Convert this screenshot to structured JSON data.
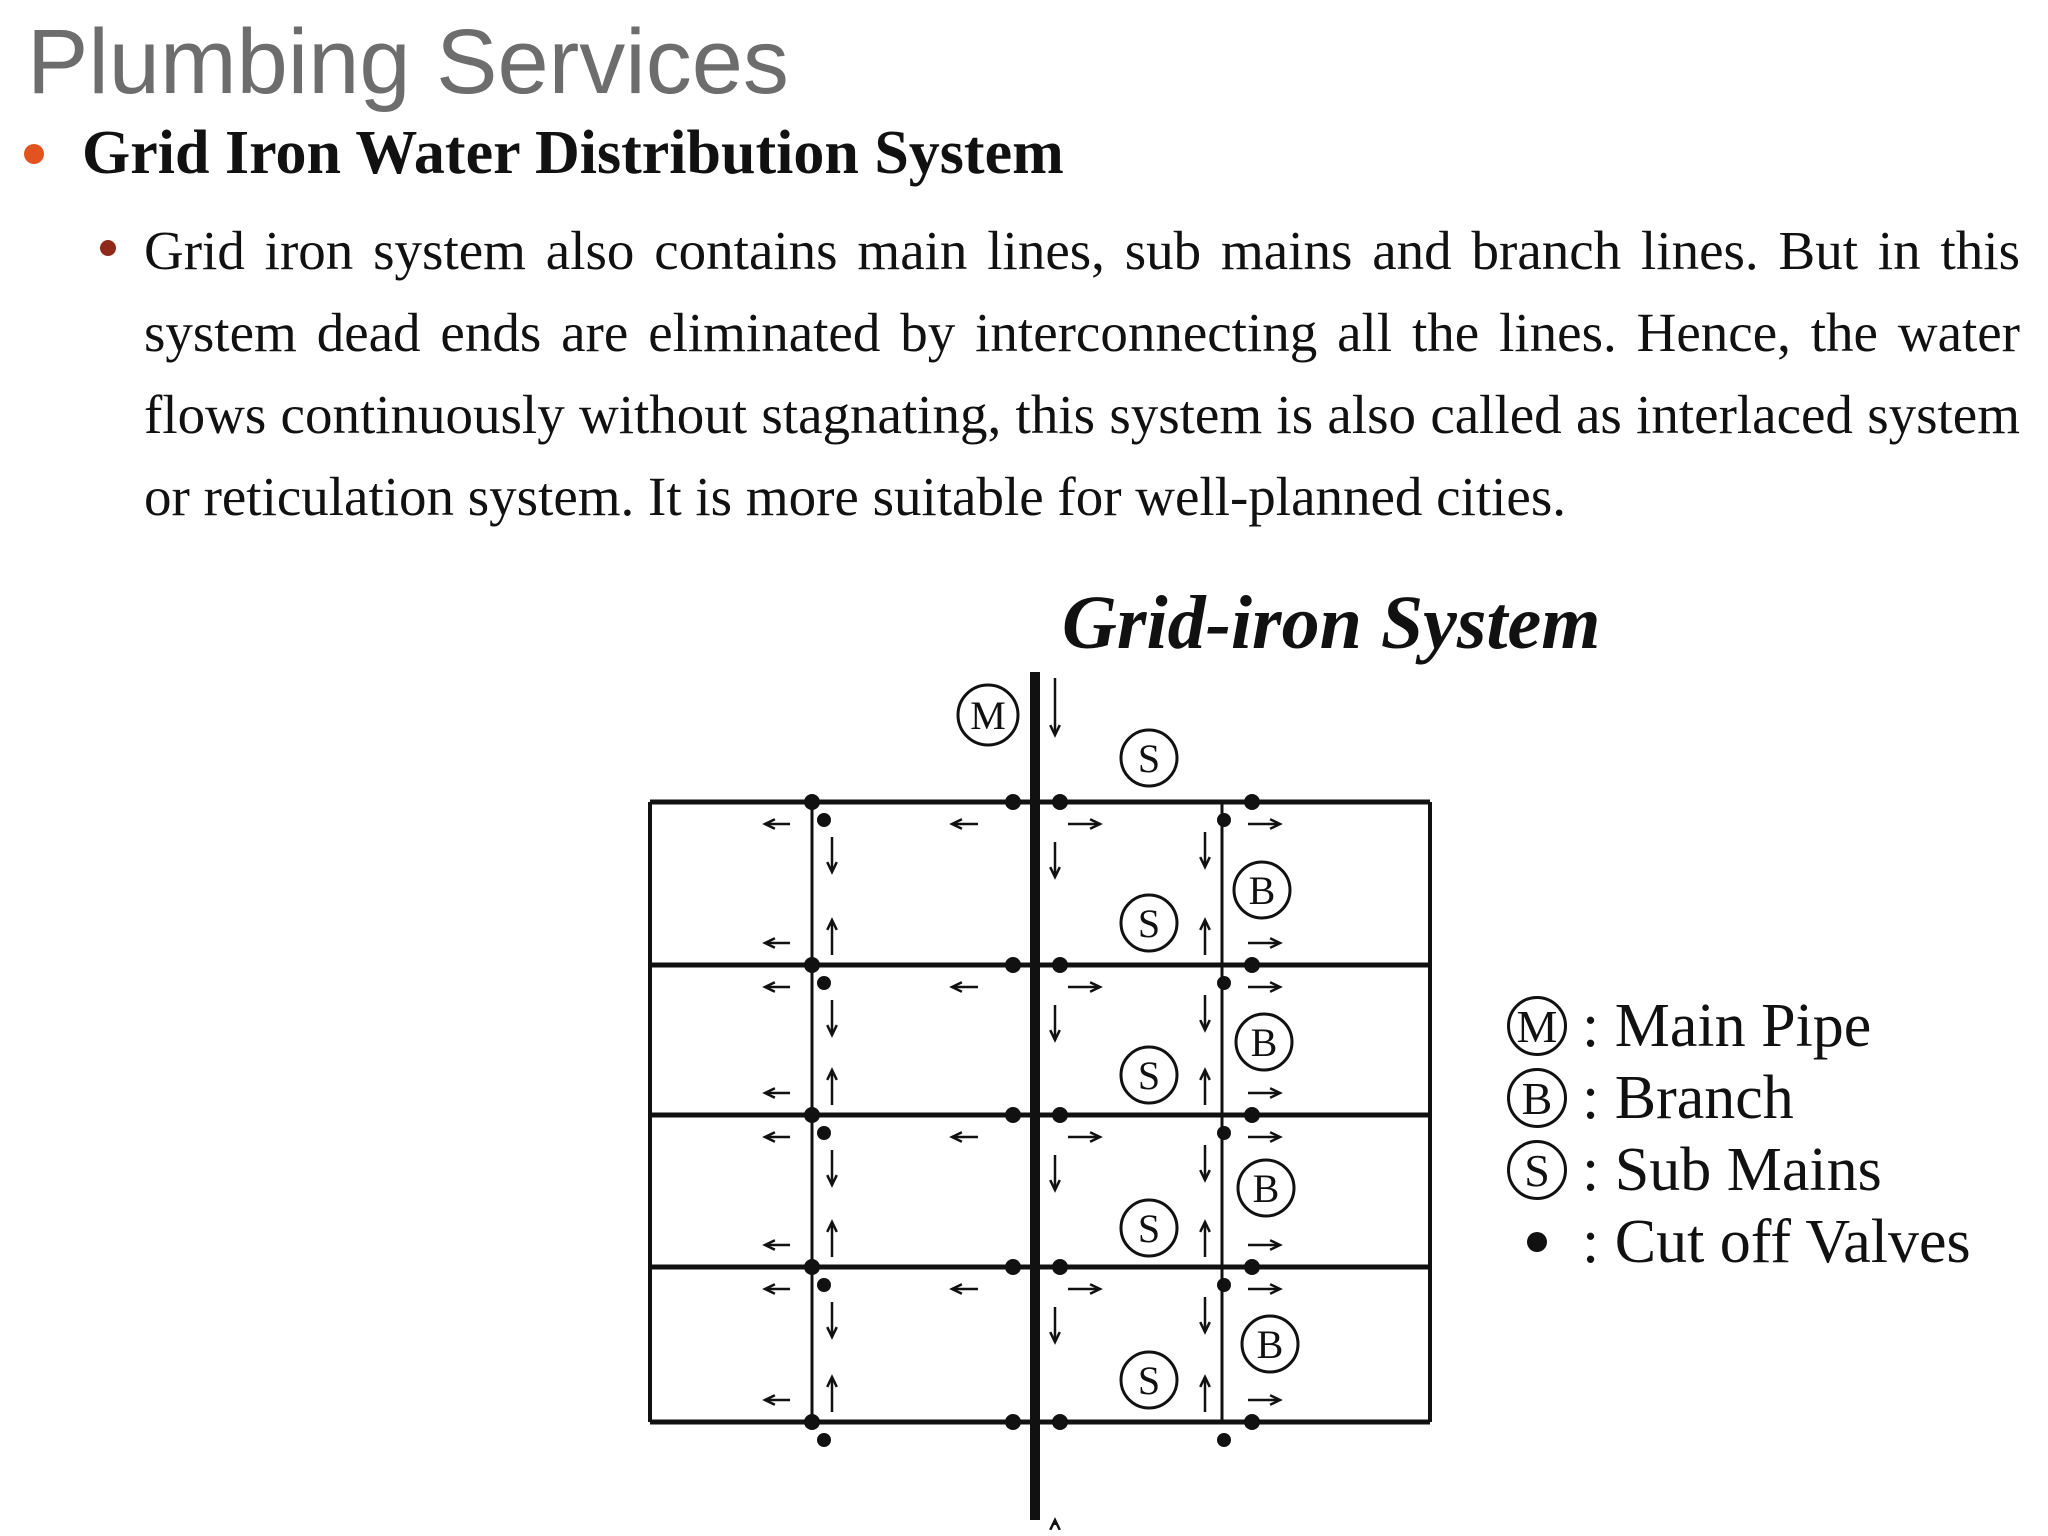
{
  "slide": {
    "title": "Plumbing Services",
    "heading": "Grid Iron Water Distribution System",
    "paragraph": "Grid iron system also contains main lines, sub mains and branch lines. But in this system dead ends are eliminated by interconnecting all the lines. Hence, the water flows continuously without stagnating, this system is also called as interlaced system or reticulation system. It is more suitable for well-planned cities."
  },
  "diagram": {
    "title": "Grid-iron System",
    "symbol_letters": {
      "main": "M",
      "sub": "S",
      "branch": "B"
    },
    "colors": {
      "line": "#111111",
      "title": "#6d6d6d",
      "bullet1": "#e2541f",
      "bullet2": "#8f2a1a"
    }
  },
  "legend": [
    {
      "symbol": "M",
      "text": ": Main Pipe"
    },
    {
      "symbol": "B",
      "text": ": Branch"
    },
    {
      "symbol": "S",
      "text": ": Sub Mains"
    },
    {
      "symbol": "dot",
      "text": ": Cut off Valves"
    }
  ]
}
